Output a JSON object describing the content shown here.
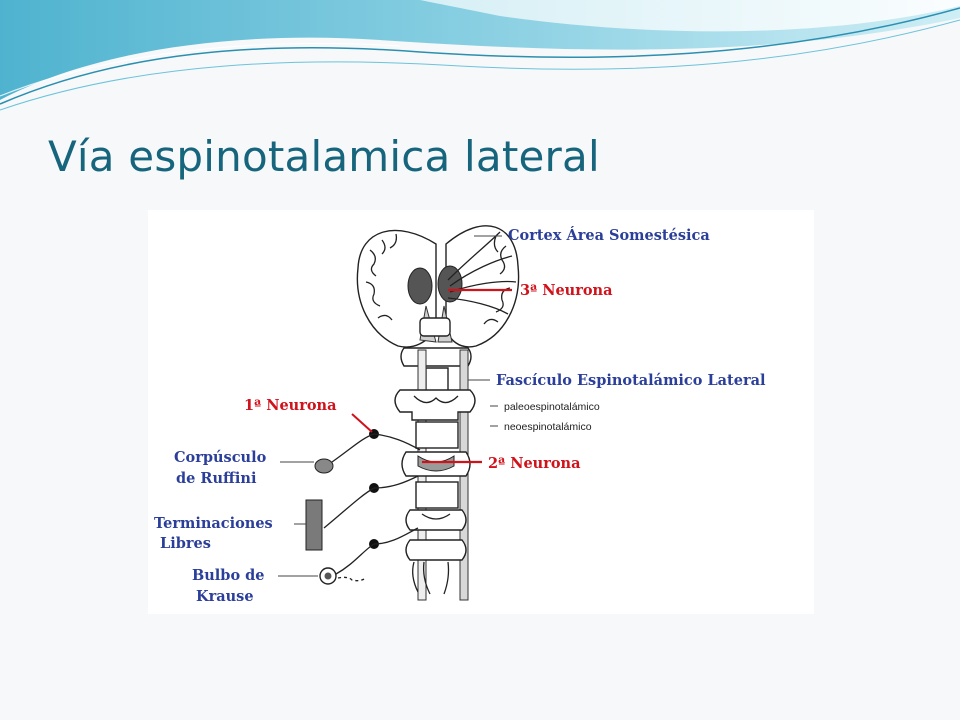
{
  "title": "Vía espinotalamica lateral",
  "labels": {
    "cortex": "Cortex Área Somestésica",
    "neurona3": "3ª Neurona",
    "fasciculo": "Fascículo Espinotalámico Lateral",
    "paleo": "paleoespinotalámico",
    "neo": "neoespinotalámico",
    "neurona1": "1ª Neurona",
    "neurona2": "2ª Neurona",
    "ruffini_1": "Corpúsculo",
    "ruffini_2": "de Ruffini",
    "libres_1": "Terminaciones",
    "libres_2": "Libres",
    "krause_1": "Bulbo de",
    "krause_2": "Krause"
  },
  "colors": {
    "title": "#17657c",
    "label_blue": "#2b3f9a",
    "label_red": "#d0121b",
    "banner_dark": "#3aa6c4",
    "banner_light": "#bfe6f0"
  }
}
